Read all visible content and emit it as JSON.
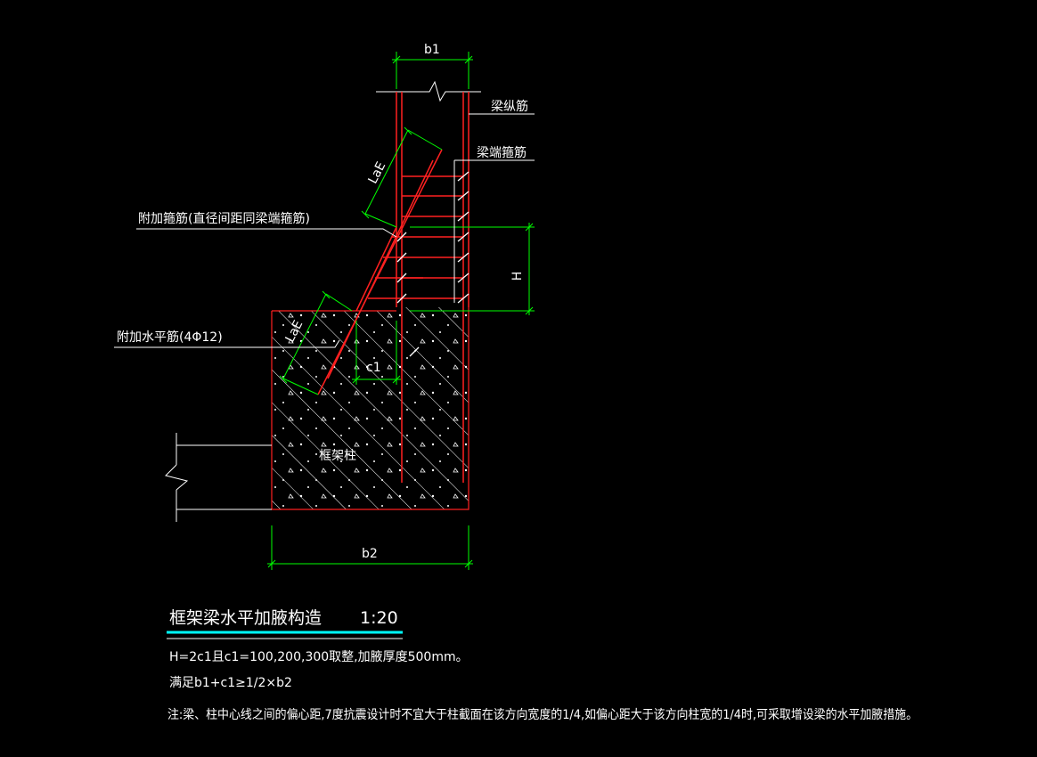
{
  "dimensions": {
    "b1": "b1",
    "b2": "b2",
    "H": "H",
    "c1": "c1",
    "LaE": "LaE"
  },
  "labels": {
    "beam_longitudinal_bar": "梁纵筋",
    "beam_end_stirrup": "梁端箍筋",
    "additional_stirrup": "附加箍筋(直径间距同梁端箍筋)",
    "additional_horizontal_bar": "附加水平筋(4Φ12)",
    "frame_column": "框架柱"
  },
  "title": {
    "text": "框架梁水平加腋构造",
    "scale": "1:20"
  },
  "notes": {
    "line1": "H=2c1且c1=100,200,300取整,加腋厚度500mm。",
    "line2": "满足b1+c1≥1/2×b2",
    "line3": "注:梁、柱中心线之间的偏心距,7度抗震设计时不宜大于柱截面在该方向宽度的1/4,如偏心距大于该方向柱宽的1/4时,可采取增设梁的水平加腋措施。"
  },
  "colors": {
    "background": "#000000",
    "rebar": "#ff2020",
    "dimension": "#00ff00",
    "text": "#ffffff",
    "title_underline": "#00ffff",
    "concrete_hatch": "#ffffff"
  }
}
